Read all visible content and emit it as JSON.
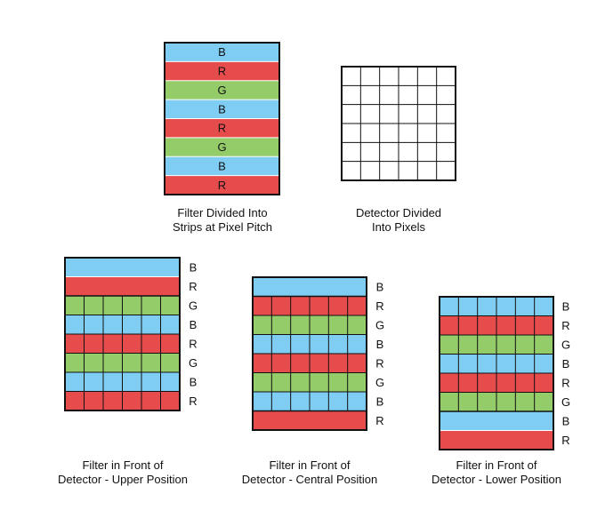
{
  "colors": {
    "B": "#7fcdf3",
    "R": "#e64c4c",
    "G": "#94cc6a",
    "grid": "#111111"
  },
  "strip_sequence": [
    "B",
    "R",
    "G",
    "B",
    "R",
    "G",
    "B",
    "R"
  ],
  "strip_labels": {
    "B": "B",
    "R": "R",
    "G": "G"
  },
  "panels": {
    "filter": {
      "caption_line1": "Filter Divided Into",
      "caption_line2": "Strips at Pixel Pitch"
    },
    "detector": {
      "caption_line1": "Detector Divided",
      "caption_line2": "Into Pixels",
      "rows": 6,
      "cols": 6
    },
    "upper": {
      "caption_line1": "Filter in Front of",
      "caption_line2": "Detector - Upper Position",
      "strips": [
        "B",
        "R",
        "G",
        "B",
        "R",
        "G",
        "B",
        "R"
      ]
    },
    "central": {
      "caption_line1": "Filter in Front of",
      "caption_line2": "Detector - Central Position",
      "strips": [
        "B",
        "R",
        "G",
        "B",
        "R",
        "G",
        "B",
        "R"
      ]
    },
    "lower": {
      "caption_line1": "Filter in Front of",
      "caption_line2": "Detector - Lower Position",
      "strips": [
        "B",
        "R",
        "G",
        "B",
        "R",
        "G",
        "B",
        "R"
      ]
    }
  }
}
